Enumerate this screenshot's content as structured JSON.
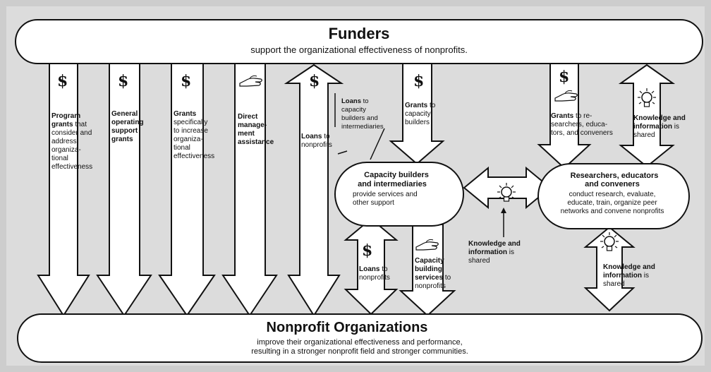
{
  "funders": {
    "title": "Funders",
    "subtitle": "support the organizational effectiveness of nonprofits."
  },
  "nonprofits": {
    "title": "Nonprofit Organizations",
    "line1": "improve their organizational effectiveness and performance,",
    "line2": "resulting in a stronger nonprofit field and stronger communities."
  },
  "capacity_builders": {
    "title1": "Capacity builders",
    "title2": "and intermediaries",
    "body1": "provide services and",
    "body2": "other support"
  },
  "researchers": {
    "title1": "Researchers, educators",
    "title2": "and conveners",
    "body1": "conduct research, evaluate,",
    "body2": "educate, train, organize peer",
    "body3": "networks and convene nonprofits"
  },
  "symbols": {
    "dollar": "$"
  },
  "icons": [
    "dollar-icon",
    "hand-icon",
    "lightbulb-icon"
  ],
  "arrows": {
    "program_grants": {
      "bold1": "Program",
      "bold2": "grants",
      "rest2": " that",
      "l3": "consider and",
      "l4": "address",
      "l5": "organiza-",
      "l6": "tional",
      "l7": "effectiveness"
    },
    "general_operating": {
      "l1": "General",
      "l2": "operating",
      "l3": "support",
      "l4": "grants"
    },
    "grants_specific": {
      "bold1": "Grants",
      "l2": "specifically",
      "l3": "to increase",
      "l4": "organiza-",
      "l5": "tional",
      "l6": "effectiveness"
    },
    "direct_management": {
      "l1": "Direct",
      "l2": "manage-",
      "l3": "ment",
      "l4": "assistance"
    },
    "loans_nonprofits": {
      "bold1": "Loans",
      "rest1": " to",
      "l2": "nonprofits"
    },
    "loans_capacity": {
      "bold1": "Loans",
      "rest1": " to",
      "l2": "capacity",
      "l3": "builders and",
      "l4": "intermediaries"
    },
    "grants_capacity": {
      "bold1": "Grants",
      "rest1": " to",
      "l2": "capacity",
      "l3": "builders"
    },
    "grants_researchers": {
      "bold1": "Grants",
      "rest1": " to re-",
      "l2": "searchers, educa-",
      "l3": "tors, and conveners"
    },
    "knowledge_top": {
      "bold1": "Knowledge and",
      "bold2": "information",
      "rest2": " is",
      "l3": "shared"
    },
    "knowledge_middle": {
      "bold1": "Knowledge and",
      "bold2": "information",
      "rest2": " is",
      "l3": "shared"
    },
    "knowledge_bottom": {
      "bold1": "Knowledge and",
      "bold2": "information",
      "rest2": " is",
      "l3": "shared"
    },
    "loans_to_nonprofits_lower": {
      "bold1": "Loans",
      "rest1": " to",
      "l2": "nonprofits"
    },
    "capacity_services": {
      "bold1": "Capacity",
      "bold2": "building",
      "bold3": "services",
      "rest3": " to",
      "l4": "nonprofits"
    }
  }
}
